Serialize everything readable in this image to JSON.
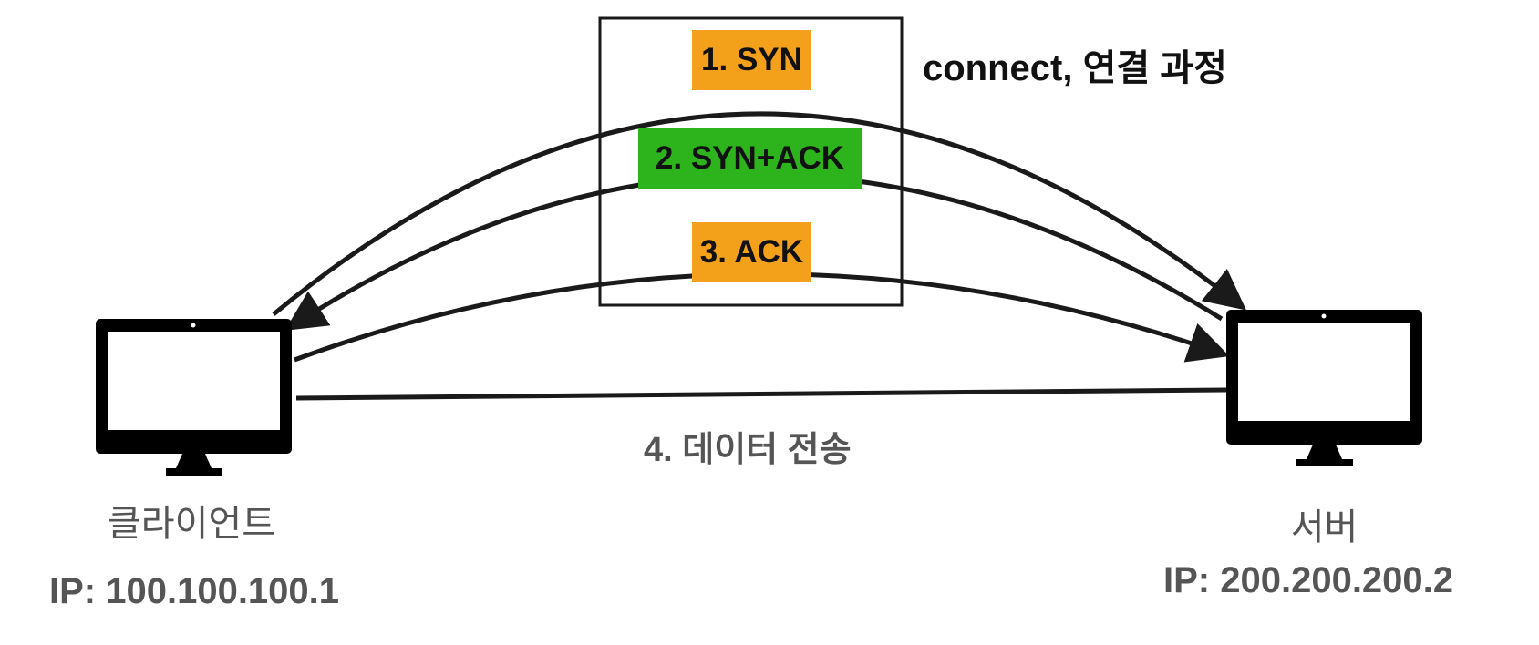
{
  "steps": [
    {
      "label": "1. SYN",
      "color": "#F3A11B"
    },
    {
      "label": "2. SYN+ACK",
      "color": "#2DB31C"
    },
    {
      "label": "3. ACK",
      "color": "#F3A11B"
    }
  ],
  "connect_label": "connect, 연결 과정",
  "data_transfer_label": "4. 데이터 전송",
  "client": {
    "name": "클라이언트",
    "ip": "IP: 100.100.100.1"
  },
  "server": {
    "name": "서버",
    "ip": "IP: 200.200.200.2"
  },
  "colors": {
    "line": "#1a1a1a",
    "text_gray": "#555555"
  },
  "icons": {
    "client": "monitor-icon",
    "server": "monitor-icon"
  }
}
